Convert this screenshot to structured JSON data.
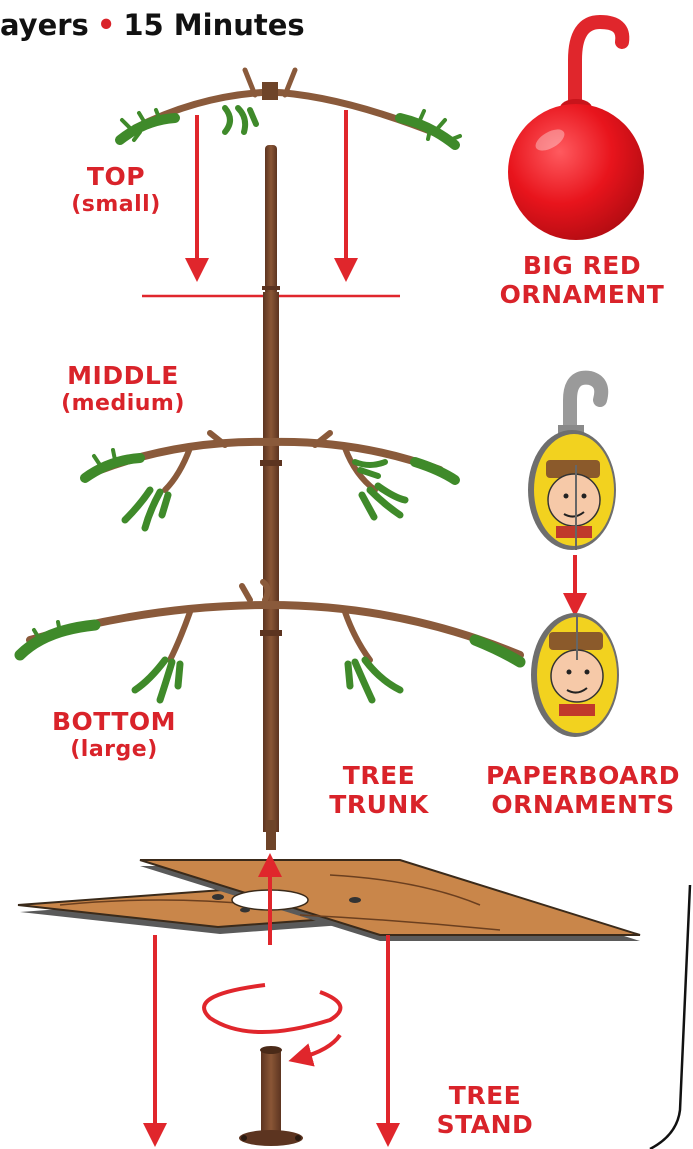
{
  "header": {
    "players_fragment": "ayers",
    "separator": "•",
    "duration": "15 Minutes"
  },
  "labels": {
    "top": {
      "line1": "TOP",
      "line2": "(small)"
    },
    "middle": {
      "line1": "MIDDLE",
      "line2": "(medium)"
    },
    "bottom": {
      "line1": "BOTTOM",
      "line2": "(large)"
    },
    "trunk": {
      "line1": "TREE",
      "line2": "TRUNK"
    },
    "stand": {
      "line1": "TREE",
      "line2": "STAND"
    },
    "big_ornament": {
      "line1": "BIG RED",
      "line2": "ORNAMENT"
    },
    "paper_ornaments": {
      "line1": "PAPERBOARD",
      "line2": "ORNAMENTS"
    }
  },
  "colors": {
    "label_red": "#d9232a",
    "arrow_red": "#e0262c",
    "trunk_brown": "#7a4a30",
    "branch_brown": "#8a5a3b",
    "needle_green": "#3f8a2a",
    "stand_wood": "#c9864a",
    "ornament_red": "#e8141c",
    "ornament_hook": "#e0262c",
    "paper_yellow": "#f2d21f",
    "paper_hook": "#9a9a9a"
  },
  "icons": {
    "big_ornament": "red-ball-ornament-icon",
    "paper_ornament": "charlie-brown-paper-ornament-icon"
  }
}
